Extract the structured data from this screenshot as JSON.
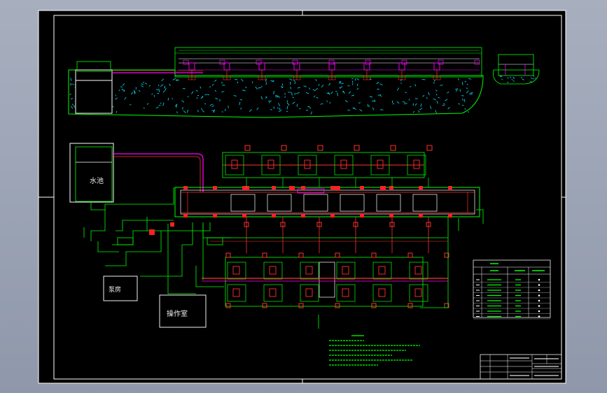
{
  "labels": {
    "water_tank": "水池",
    "pump_room": "泵房",
    "control_room": "操作室"
  },
  "colors": {
    "background": "#000000",
    "primary_line": "#00ff00",
    "pipe": "#ff00ff",
    "equipment": "#ff2020",
    "soil_texture": "#00e5ff",
    "border": "#ffffff"
  }
}
